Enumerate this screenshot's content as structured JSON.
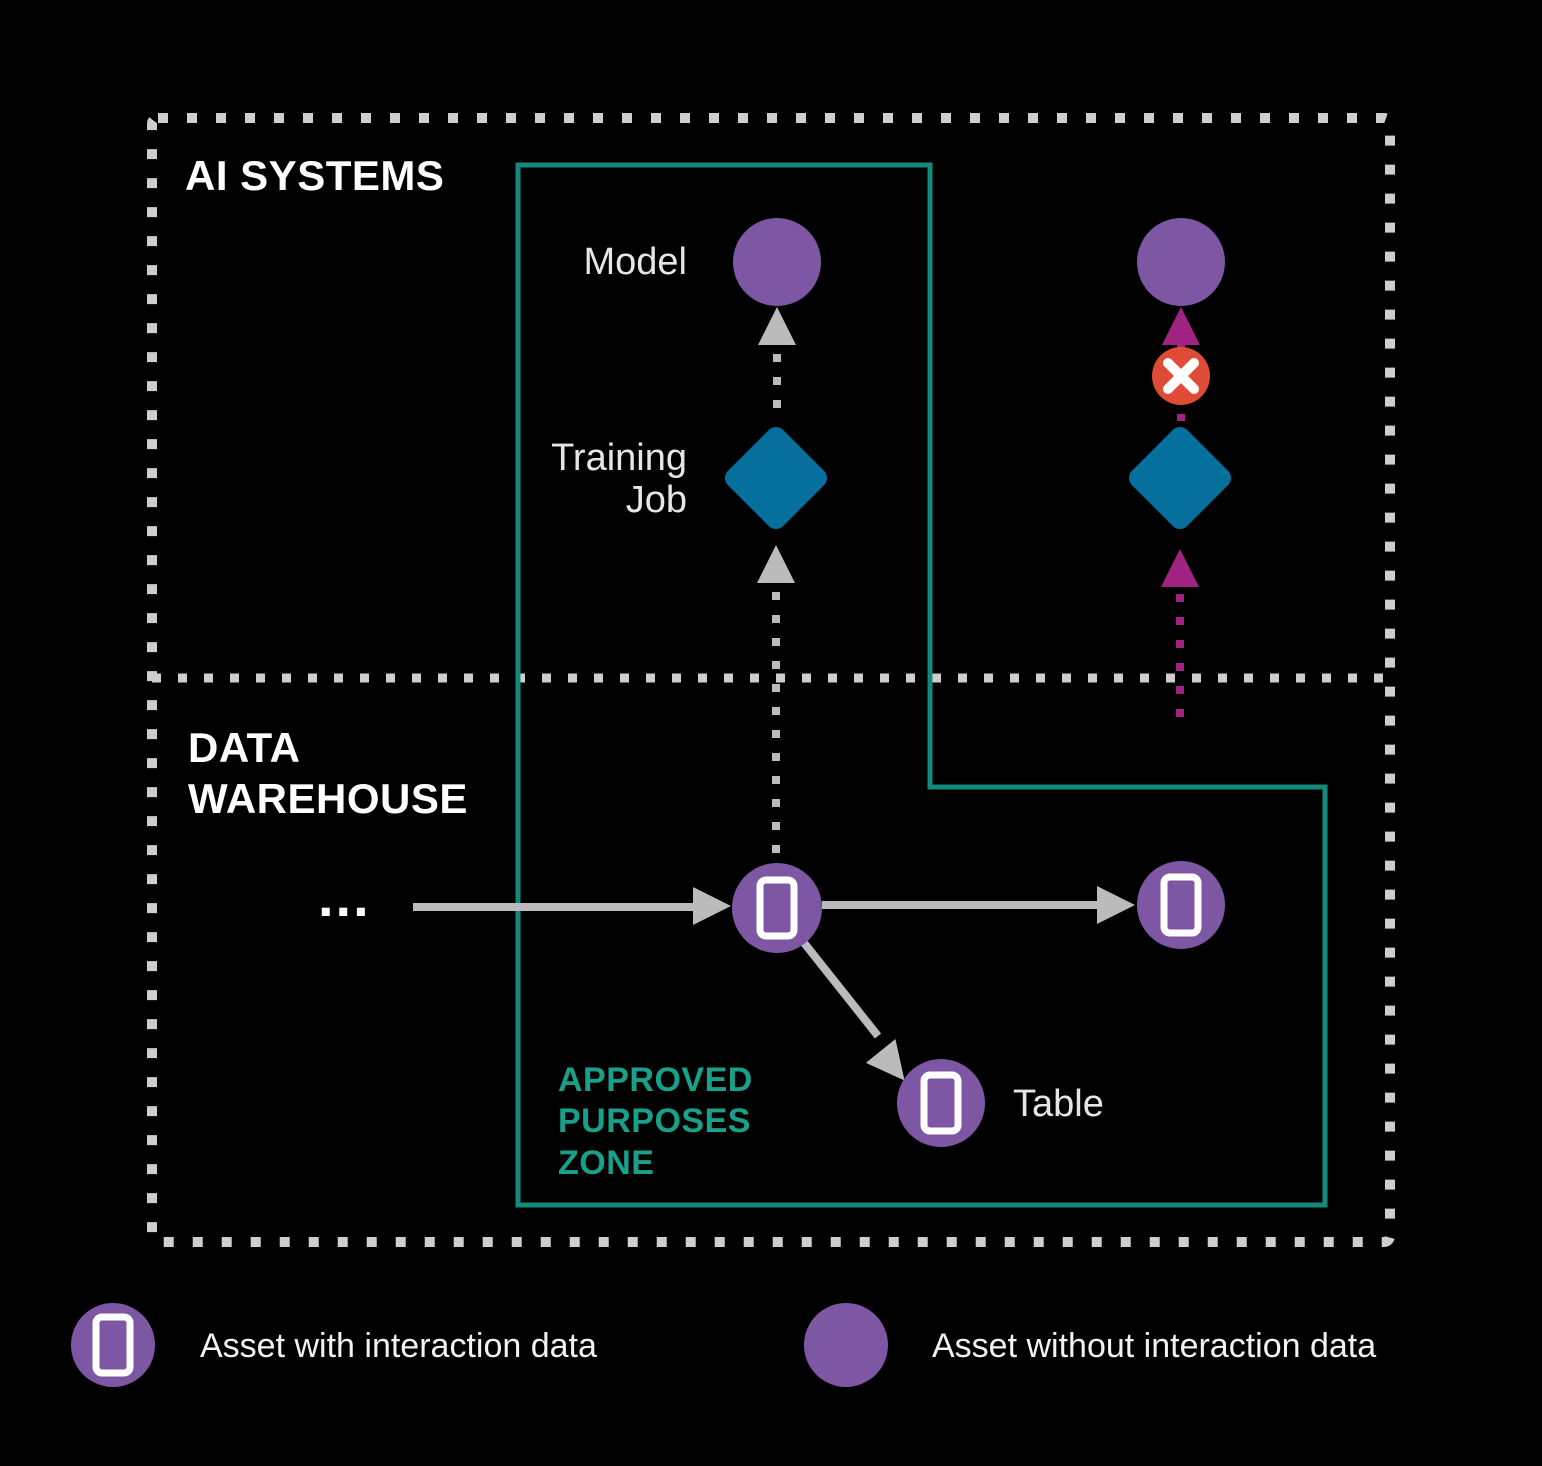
{
  "zones": {
    "ai_systems_label": "AI SYSTEMS",
    "data_warehouse_label": "DATA WAREHOUSE",
    "approved_zone_label": "APPROVED PURPOSES ZONE"
  },
  "nodes": {
    "model_label": "Model",
    "training_job_label": "Training Job",
    "table_label": "Table",
    "ellipsis": "..."
  },
  "legend": {
    "with_interaction": "Asset with interaction data",
    "without_interaction": "Asset without interaction data"
  },
  "colors": {
    "background": "#000000",
    "purple": "#7e57a4",
    "blue": "#06709d",
    "teal": "#12897a",
    "teal_text": "#17a18b",
    "red": "#e04b37",
    "magenta": "#a02382",
    "gray_arrow": "#bbbbbb",
    "dot_border": "#cecece",
    "text_white": "#ffffff",
    "text_light": "#e6e6e6"
  }
}
